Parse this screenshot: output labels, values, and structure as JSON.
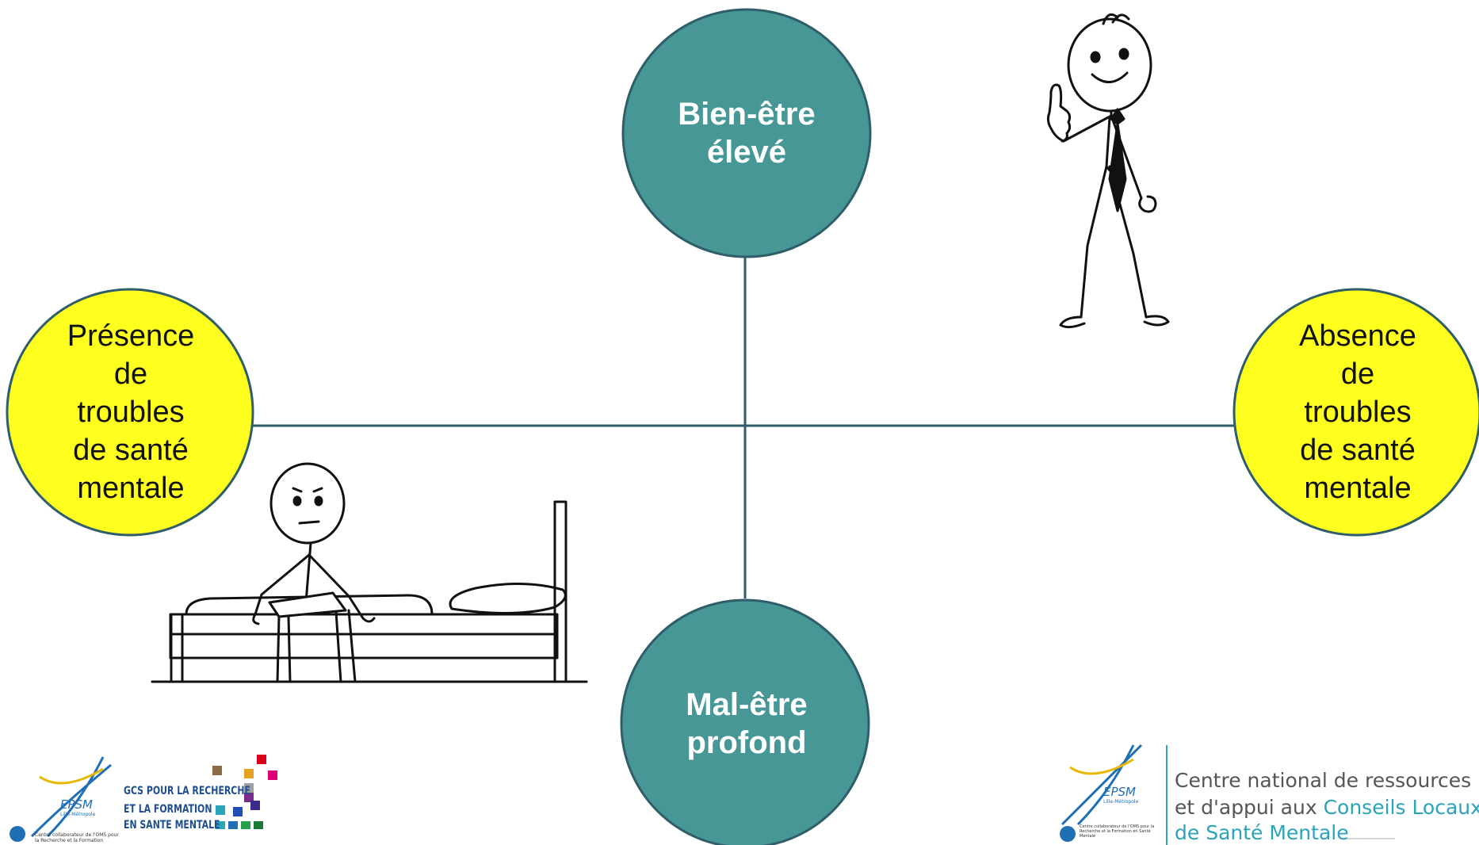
{
  "colors": {
    "teal": "#479796",
    "teal_stroke": "#2f5e6a",
    "yellow": "#ffff1f",
    "axis": "#2f5e6a",
    "text_dark": "#111111",
    "logo_blue": "#1f6fb5",
    "logo_teal": "#2aa4b8",
    "logo_gray": "#555555"
  },
  "nodes": {
    "top": {
      "label": "Bien-être\nélevé"
    },
    "bottom": {
      "label": "Mal-être\nprofond"
    },
    "left": {
      "label": "Présence\nde\ntroubles\nde santé\nmentale"
    },
    "right": {
      "label": "Absence\nde\ntroubles\nde santé\nmentale"
    }
  },
  "illustrations": {
    "happy_person": "stick-figure-thumbs-up",
    "sad_person": "stick-figure-sitting-on-bed"
  },
  "logos": {
    "left": {
      "epsm": "EPSM",
      "epsm_sub": "Lille-Métropole",
      "gcs_line1": "GCS POUR LA RECHERCHE",
      "gcs_line2": "ET LA FORMATION",
      "gcs_line3": "EN SANTE MENTALE",
      "who_caption": "Centre collaborateur de l'OMS pour la Recherche et la Formation"
    },
    "right": {
      "epsm": "EPSM",
      "epsm_sub": "Lille-Métropole",
      "who_caption": "Centre collaborateur de l'OMS pour la Recherche et la Formation en Santé Mentale",
      "line1": "Centre national de ressources",
      "line2_prefix": "et d'appui aux ",
      "line2_highlight": "Conseils Locaux",
      "line3": "de Santé Mentale"
    }
  }
}
